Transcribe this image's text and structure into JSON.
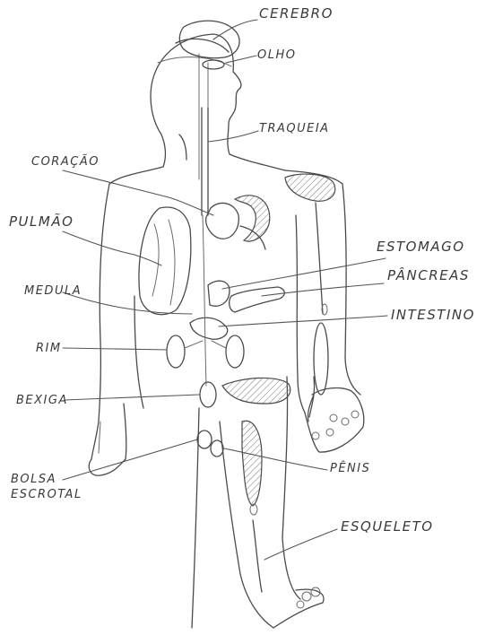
{
  "labels": {
    "cerebro": "CEREBRO",
    "olho": "OLHO",
    "traqueia": "TRAQUEIA",
    "coracao": "CORAÇÃO",
    "pulmao": "PULMÃO",
    "estomago": "ESTOMAGO",
    "pancreas": "PÂNCREAS",
    "medula": "MEDULA",
    "intestino": "INTESTINO",
    "rim": "RIM",
    "bexiga": "BEXIGA",
    "bolsa_line1": "BOLSA",
    "bolsa_line2": "ESCROTAL",
    "penis": "PÊNIS",
    "esqueleto": "ESQUELETO"
  }
}
